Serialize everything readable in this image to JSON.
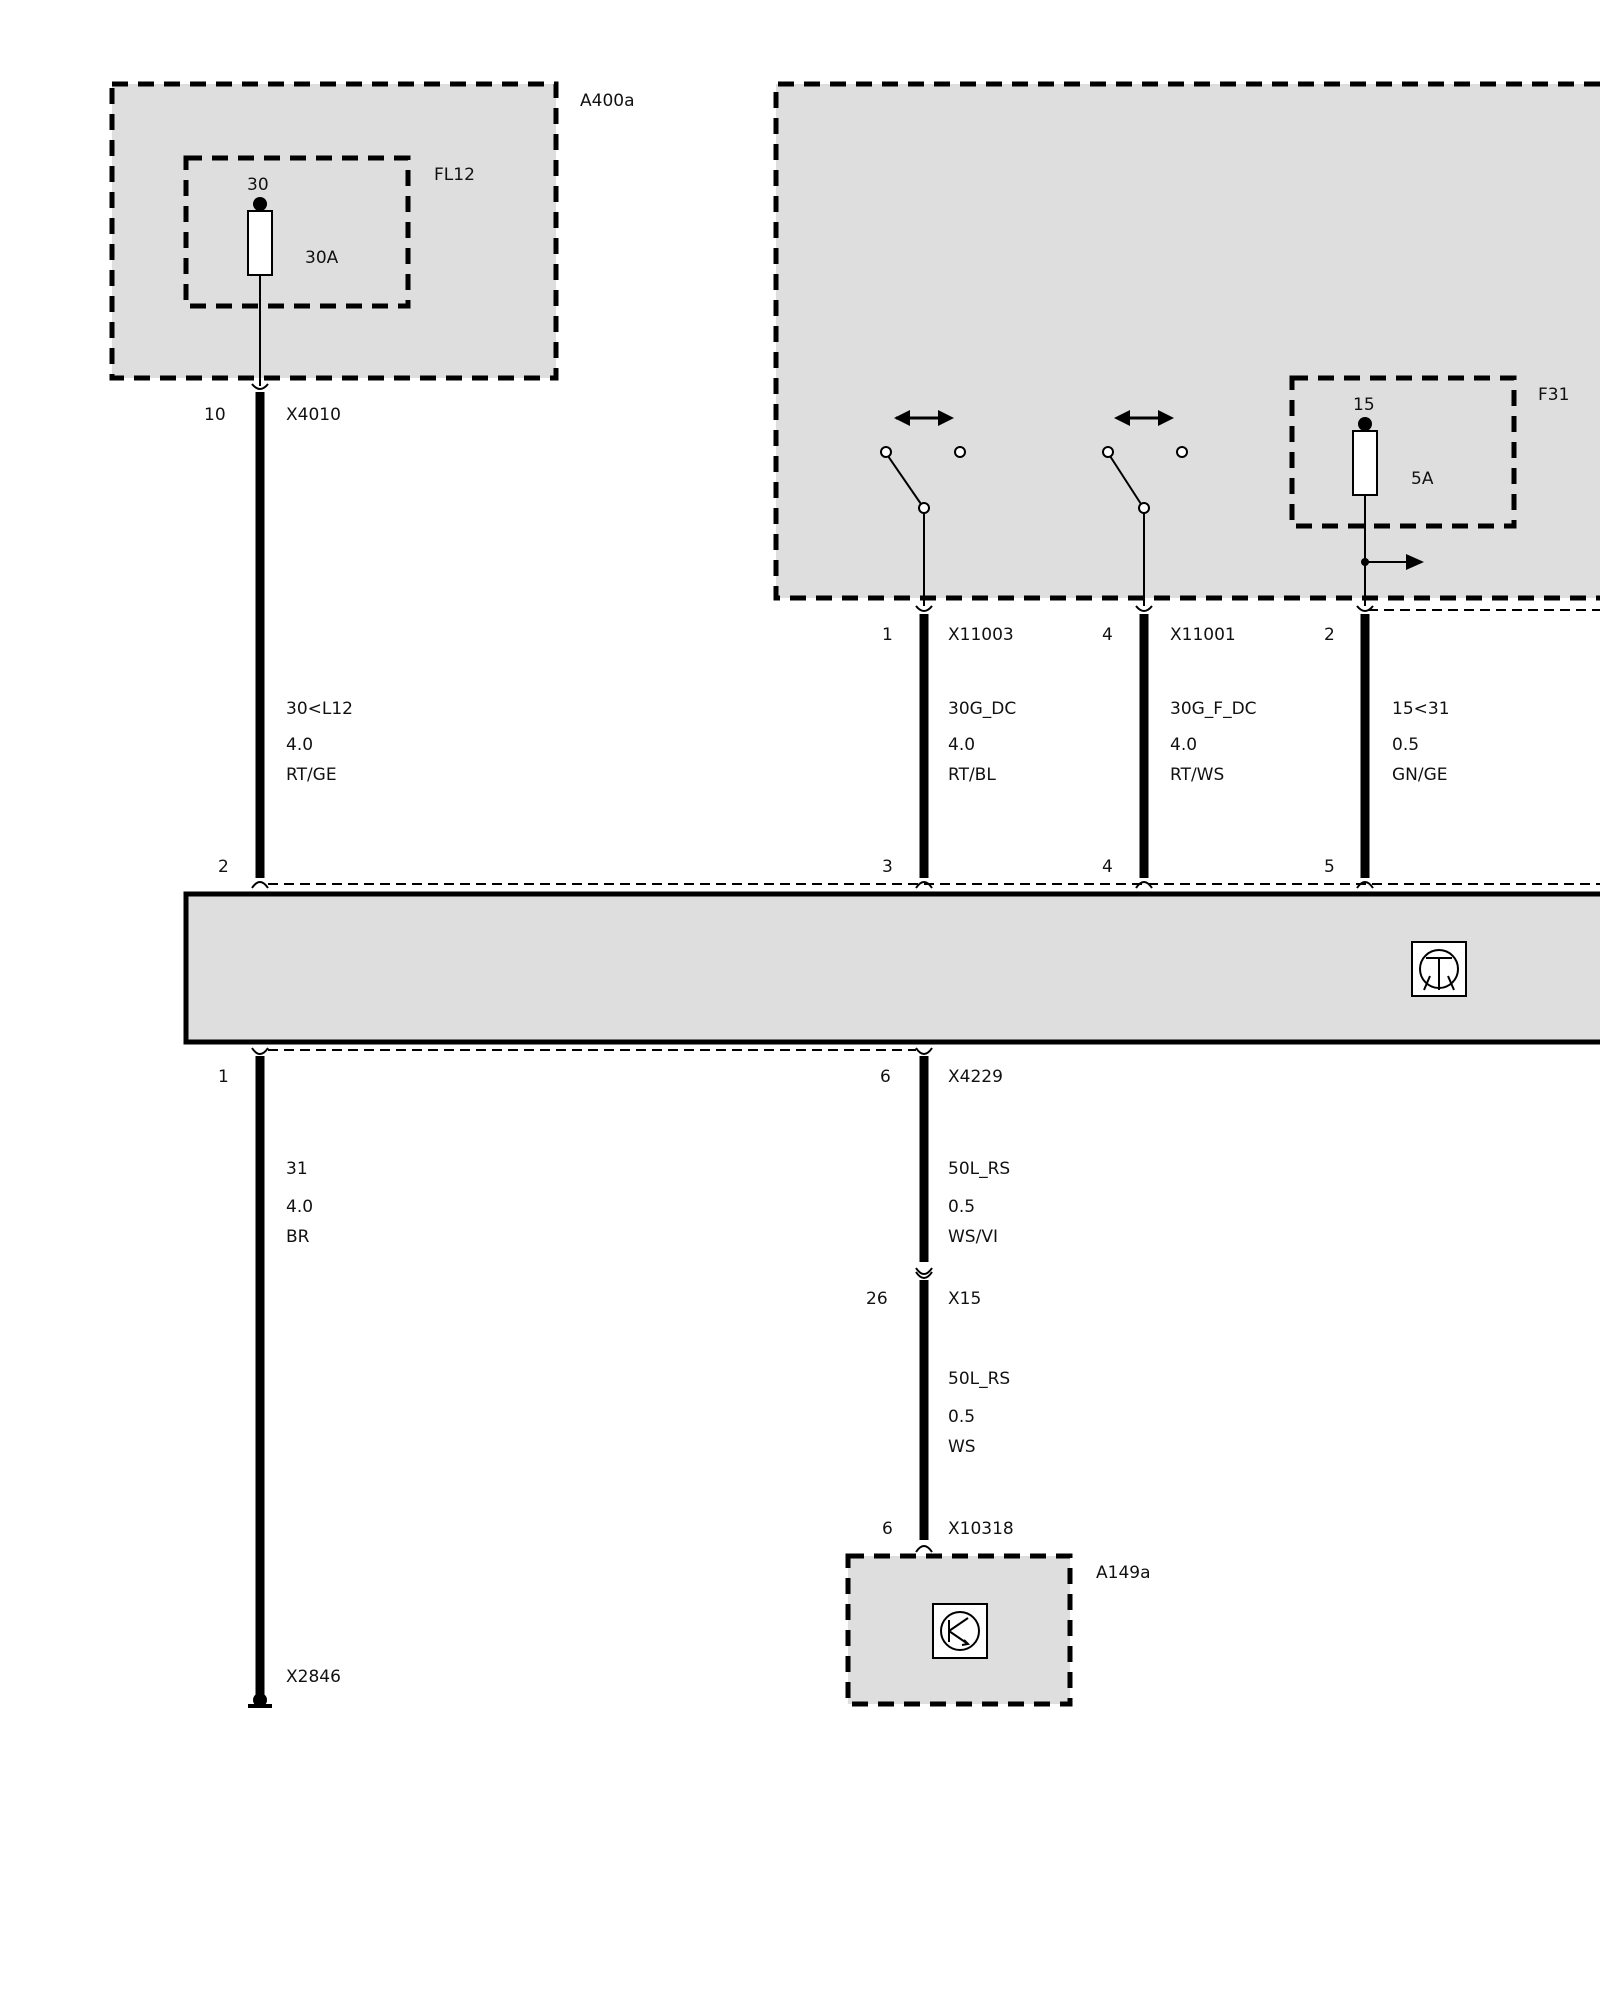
{
  "components": {
    "a400a": {
      "label": "A400a"
    },
    "fl12": {
      "label": "FL12",
      "terminal": "30",
      "rating": "30A"
    },
    "f31": {
      "label": "F31",
      "terminal": "15",
      "rating": "5A"
    },
    "a149a": {
      "label": "A149a"
    }
  },
  "connectors": {
    "x4010": {
      "name": "X4010",
      "pin": "10"
    },
    "x11003": {
      "name": "X11003",
      "pin": "1"
    },
    "x11001": {
      "name": "X11001",
      "pin": "4"
    },
    "f31_conn": {
      "pin": "2"
    },
    "module_top_pins": [
      "2",
      "3",
      "4",
      "5"
    ],
    "module_bottom": {
      "pin_gnd": "1",
      "pin_sig": "6",
      "name": "X4229"
    },
    "x15": {
      "name": "X15",
      "pin": "26"
    },
    "x10318": {
      "name": "X10318",
      "pin": "6"
    },
    "x2846": {
      "name": "X2846"
    }
  },
  "wires": {
    "w1": {
      "signal": "30<L12",
      "size": "4.0",
      "color": "RT/GE"
    },
    "w2": {
      "signal": "30G_DC",
      "size": "4.0",
      "color": "RT/BL"
    },
    "w3": {
      "signal": "30G_F_DC",
      "size": "4.0",
      "color": "RT/WS"
    },
    "w4": {
      "signal": "15<31",
      "size": "0.5",
      "color": "GN/GE"
    },
    "w5": {
      "signal": "31",
      "size": "4.0",
      "color": "BR"
    },
    "w6": {
      "signal": "50L_RS",
      "size": "0.5",
      "color": "WS/VI"
    },
    "w7": {
      "signal": "50L_RS",
      "size": "0.5",
      "color": "WS"
    }
  },
  "icons": [
    "switch-icon",
    "fuse-icon",
    "transistor-icon",
    "arrow-icon",
    "ground-icon"
  ],
  "colors": {
    "box_fill": "#dedede",
    "line": "#000000"
  }
}
